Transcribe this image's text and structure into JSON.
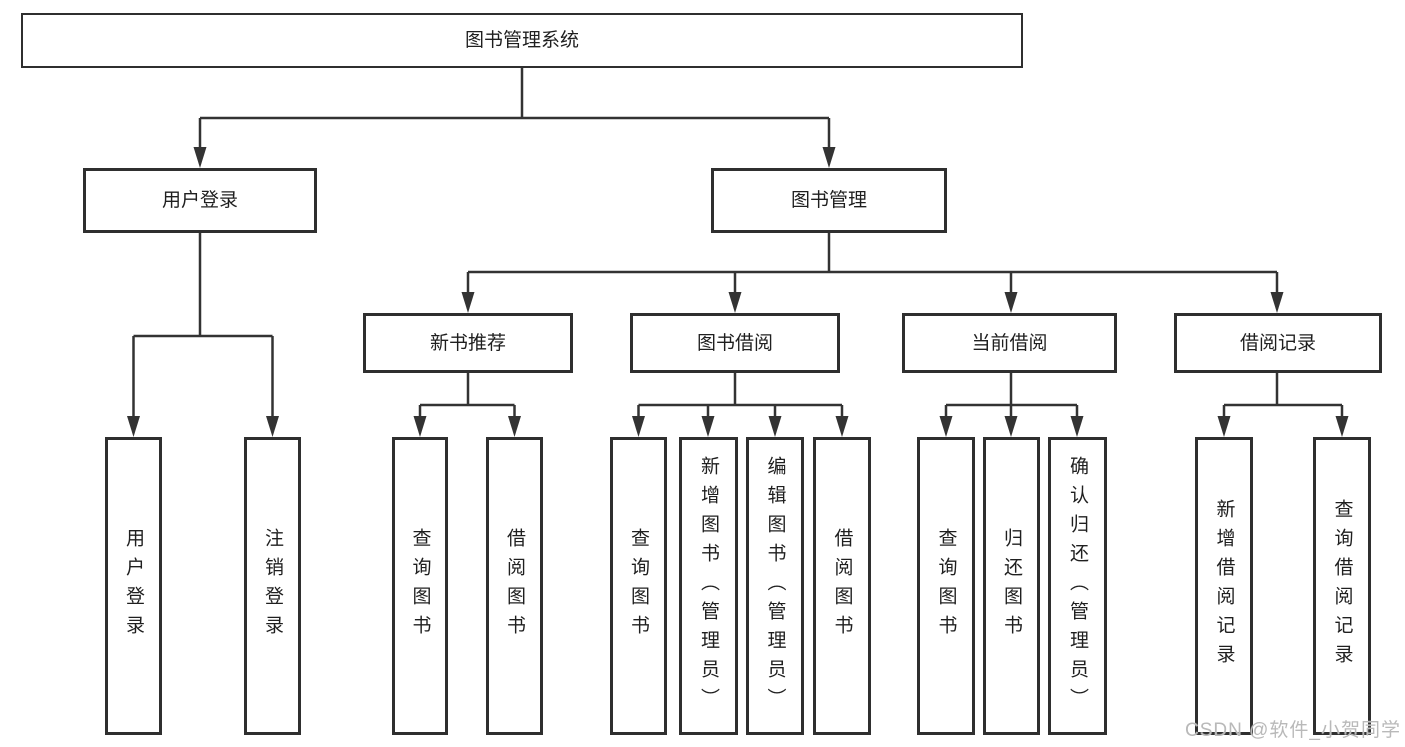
{
  "diagram": {
    "type": "hierarchy-tree",
    "nodes": {
      "root": "图书管理系统",
      "user_login": "用户登录",
      "book_management": "图书管理",
      "new_book_recommendation": "新书推荐",
      "book_borrowing": "图书借阅",
      "current_borrowing": "当前借阅",
      "borrowing_records": "借阅记录",
      "leaf_user_login": "用户登录",
      "leaf_logout": "注销登录",
      "leaf_query_books_rec": "查询图书",
      "leaf_borrow_books_rec": "借阅图书",
      "leaf_query_books_bor": "查询图书",
      "leaf_add_books_admin": "新增图书（管理员）",
      "leaf_edit_books_admin": "编辑图书（管理员）",
      "leaf_borrow_books_bor": "借阅图书",
      "leaf_query_books_cur": "查询图书",
      "leaf_return_books": "归还图书",
      "leaf_confirm_return_admin": "确认归还（管理员）",
      "leaf_add_borrow_record": "新增借阅记录",
      "leaf_query_borrow_record": "查询借阅记录"
    },
    "hierarchy": {
      "图书管理系统": {
        "用户登录": [
          "用户登录",
          "注销登录"
        ],
        "图书管理": {
          "新书推荐": [
            "查询图书",
            "借阅图书"
          ],
          "图书借阅": [
            "查询图书",
            "新增图书（管理员）",
            "编辑图书（管理员）",
            "借阅图书"
          ],
          "当前借阅": [
            "查询图书",
            "归还图书",
            "确认归还（管理员）"
          ],
          "借阅记录": [
            "新增借阅记录",
            "查询借阅记录"
          ]
        }
      }
    },
    "colors": {
      "line": "#333333",
      "box_border": "#2f2f2f",
      "text": "#1f1f1f",
      "background": "#ffffff",
      "watermark": "#b9b9b9"
    }
  },
  "watermark": "CSDN @软件_小贺同学"
}
